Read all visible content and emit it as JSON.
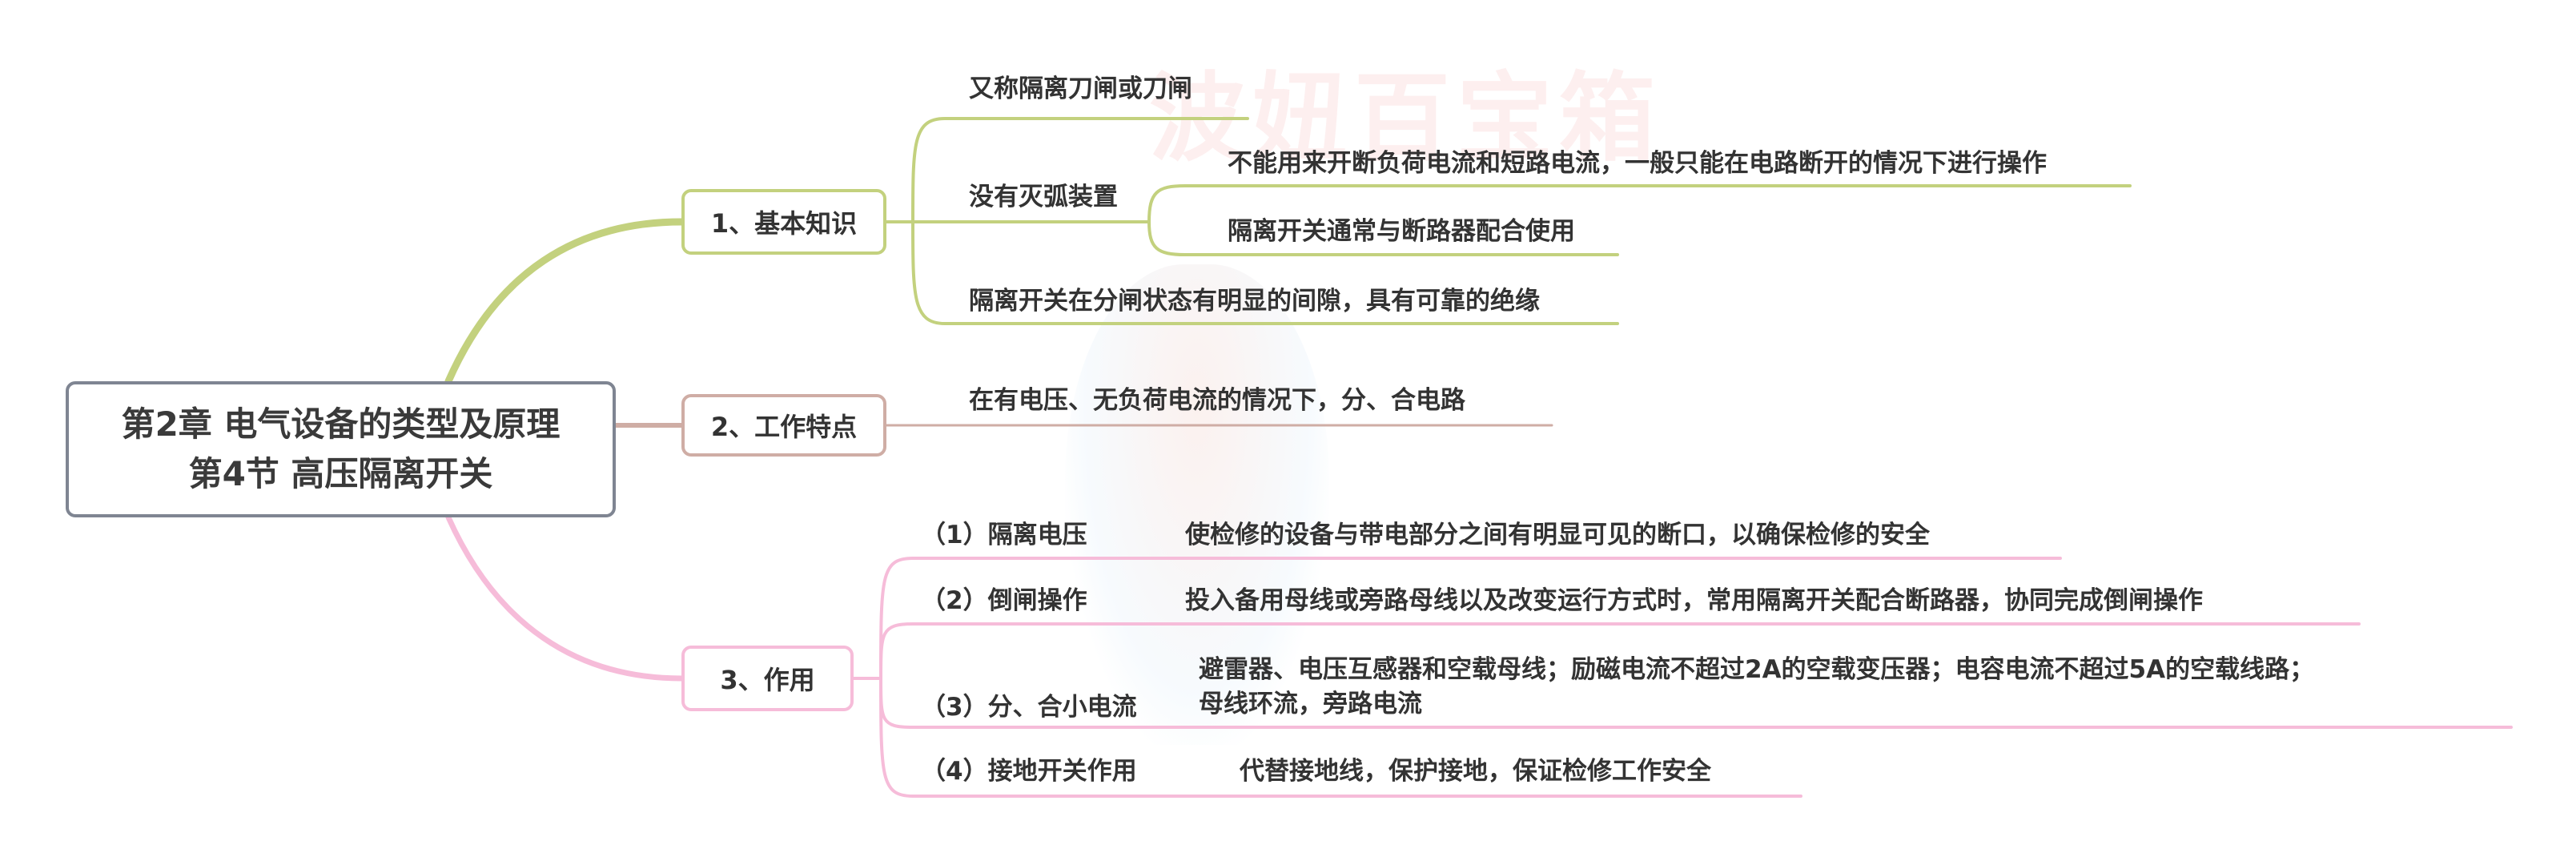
{
  "watermark": "波妞百宝箱",
  "colors": {
    "branch1": "#c3d17e",
    "branch2": "#cfada5",
    "branch3": "#f6bcd9",
    "root_border": "#7f8592"
  },
  "root": {
    "line1": "第2章 电气设备的类型及原理",
    "line2": "第4节 高压隔离开关"
  },
  "branches": [
    {
      "label": "1、基本知识",
      "children": [
        {
          "label": "又称隔离刀闸或刀闸"
        },
        {
          "label": "没有灭弧装置",
          "children": [
            {
              "label": "不能用来开断负荷电流和短路电流，一般只能在电路断开的情况下进行操作"
            },
            {
              "label": "隔离开关通常与断路器配合使用"
            }
          ]
        },
        {
          "label": "隔离开关在分闸状态有明显的间隙，具有可靠的绝缘"
        }
      ]
    },
    {
      "label": "2、工作特点",
      "children": [
        {
          "label": "在有电压、无负荷电流的情况下，分、合电路"
        }
      ]
    },
    {
      "label": "3、作用",
      "children": [
        {
          "label": "（1）隔离电压",
          "desc": "使检修的设备与带电部分之间有明显可见的断口，以确保检修的安全"
        },
        {
          "label": "（2）倒闸操作",
          "desc": "投入备用母线或旁路母线以及改变运行方式时，常用隔离开关配合断路器，协同完成倒闸操作"
        },
        {
          "label": "（3）分、合小电流",
          "desc": "避雷器、电压互感器和空载母线；励磁电流不超过2A的空载变压器；电容电流不超过5A的空载线路；",
          "desc2": "母线环流，旁路电流"
        },
        {
          "label": "（4）接地开关作用",
          "desc": "代替接地线，保护接地，保证检修工作安全"
        }
      ]
    }
  ]
}
